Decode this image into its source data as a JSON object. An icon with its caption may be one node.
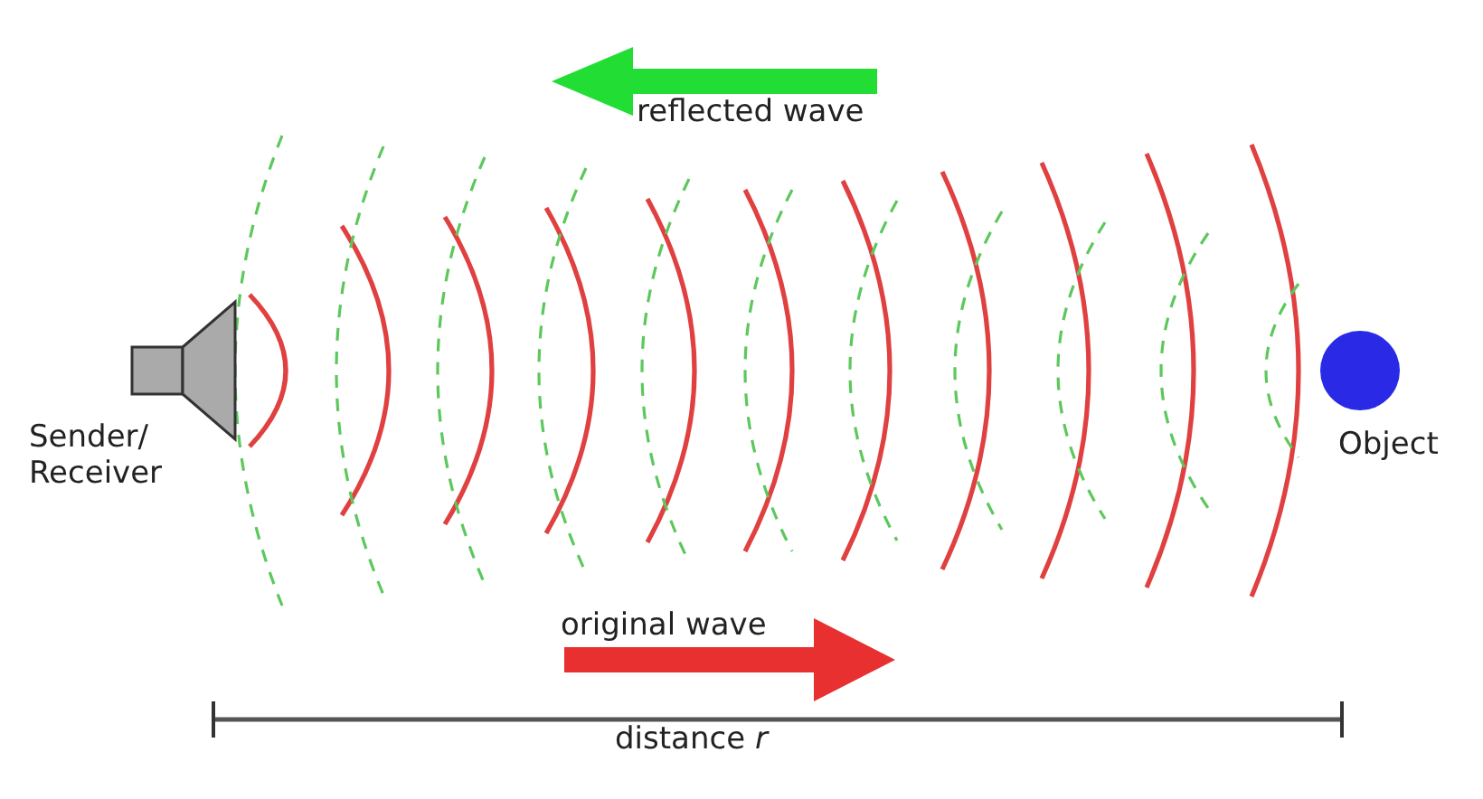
{
  "diagram": {
    "labels": [
      "reflected wave",
      "Sender/ Receiver",
      "Object",
      "original wave",
      "distance *r*"
    ]
  }
}
